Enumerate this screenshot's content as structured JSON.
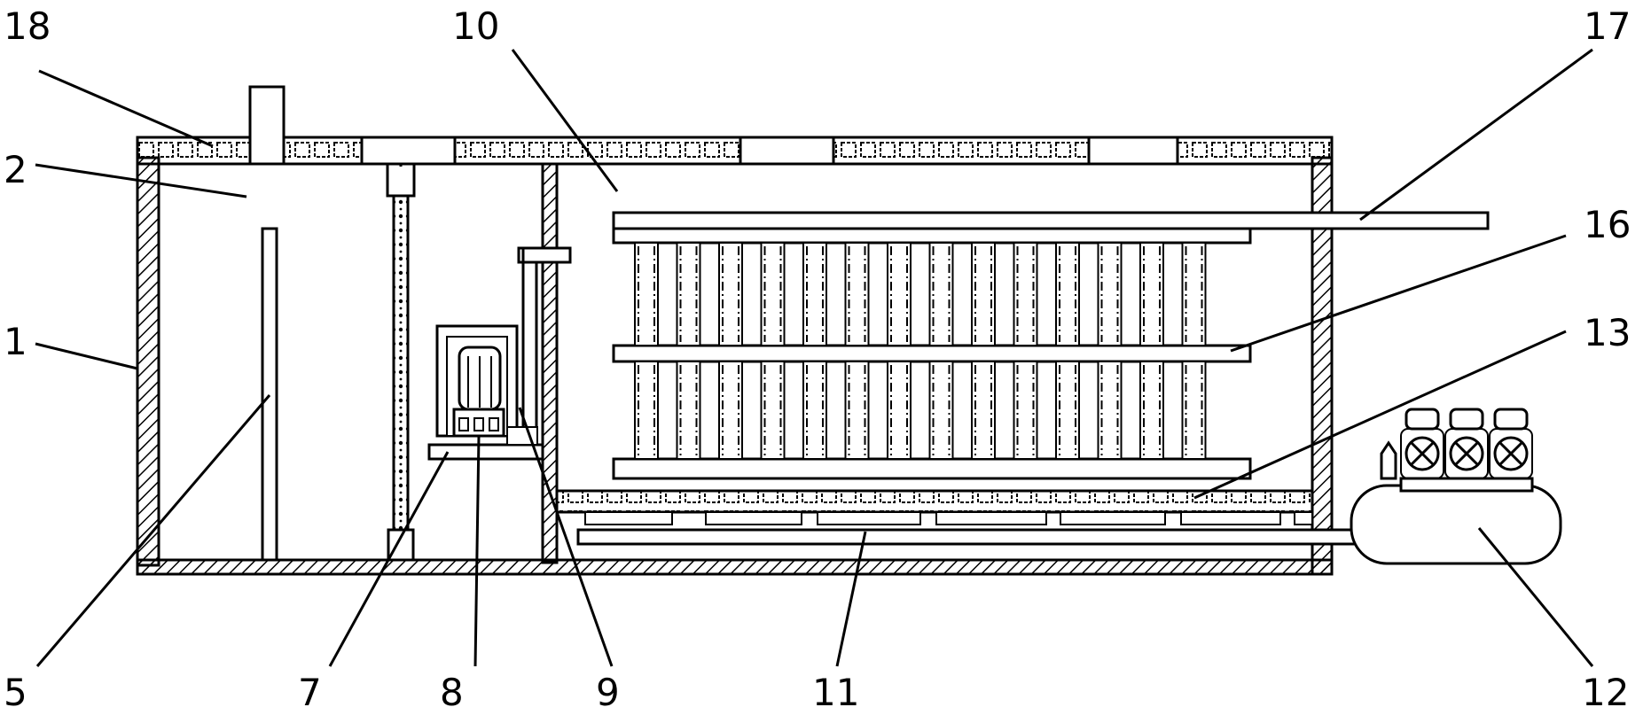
{
  "labels": {
    "l1": "1",
    "l2": "2",
    "l5": "5",
    "l7": "7",
    "l8": "8",
    "l9": "9",
    "l10": "10",
    "l11": "11",
    "l12": "12",
    "l13": "13",
    "l16": "16",
    "l17": "17",
    "l18": "18"
  },
  "colors": {
    "line": "#000000",
    "background": "#ffffff"
  },
  "icons": {
    "pump_valves": "valve-icon"
  }
}
